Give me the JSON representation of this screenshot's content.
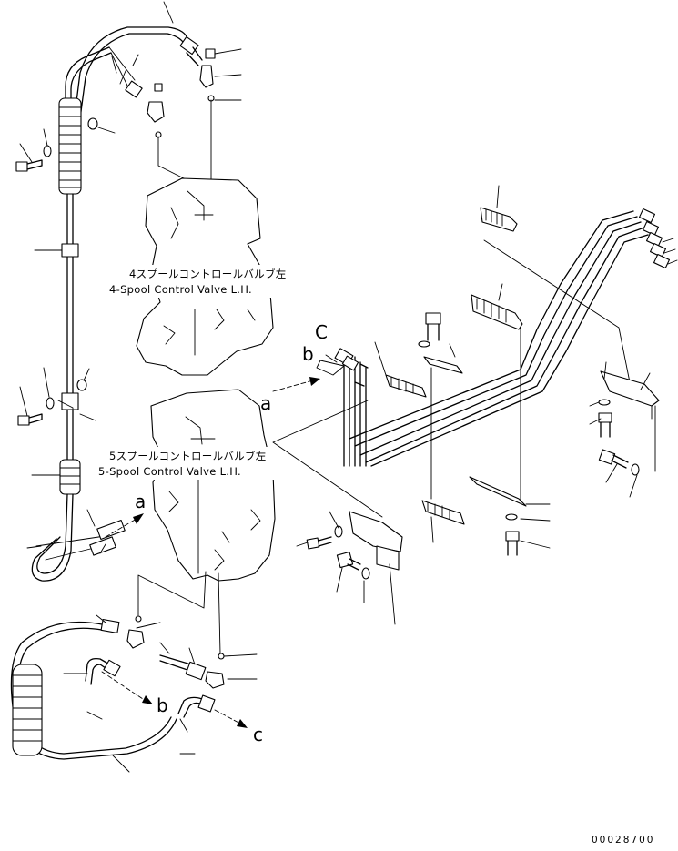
{
  "labels": {
    "valve4_jp": "4スプールコントロールバルブ左",
    "valve4_en": "4-Spool Control Valve L.H.",
    "valve5_jp": "5スプールコントロールバルブ左",
    "valve5_en": "5-Spool Control Valve L.H."
  },
  "markers": {
    "a": "a",
    "b": "b",
    "c": "c",
    "c_upper": "C"
  },
  "drawing_code": "00028700"
}
